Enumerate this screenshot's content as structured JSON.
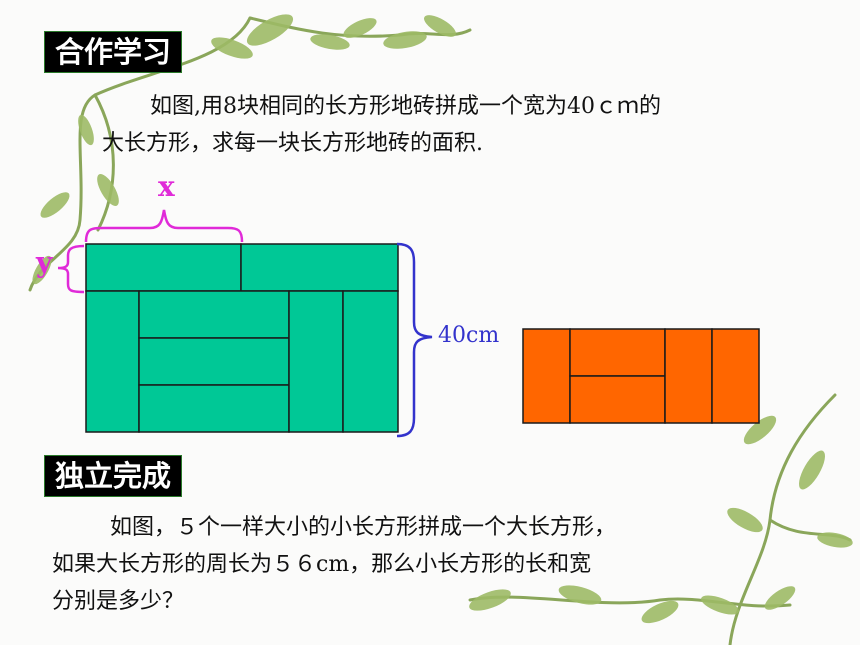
{
  "section1": {
    "title": "合作学习",
    "problem_line1": "如图,用8块相同的长方形地砖拼成一个宽为40ｃｍ的",
    "problem_line2": "大长方形，求每一块长方形地砖的面积."
  },
  "figure1": {
    "x_label": "x",
    "y_label": "y",
    "height_label": "40cm",
    "tile_color": "#00c896",
    "x_brace_color": "#e02ad8",
    "height_brace_color": "#3333cc"
  },
  "figure2": {
    "tile_color": "#ff6600"
  },
  "section2": {
    "title": "独立完成",
    "problem_line1": "如图，５个一样大小的小长方形拼成一个大长方形，",
    "problem_line2": "如果大长方形的周长为５６cm，那么小长方形的长和宽",
    "problem_line3": "分别是多少？"
  }
}
